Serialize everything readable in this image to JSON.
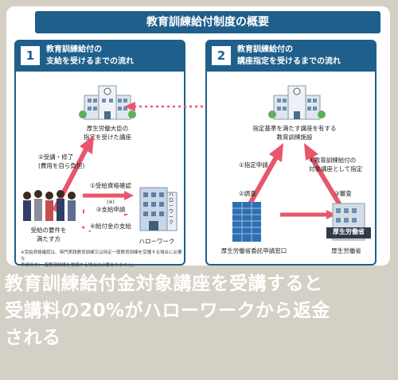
{
  "header": {
    "title": "教育訓練給付制度の概要"
  },
  "left_panel": {
    "number": "1",
    "title_line1": "教育訓練給付の",
    "title_line2": "支給を受けるまでの流れ",
    "school_label_line1": "厚生労働大臣の",
    "school_label_line2": "指定を受けた講座",
    "attend_label_line1": "②受講・修了",
    "attend_label_line2": "(費用を自ら負担)",
    "step1": "①受給資格確認",
    "step1_sub": "(※)",
    "step3": "③支給申請",
    "step4": "④給付金の支給",
    "people_label_line1": "受給の要件を",
    "people_label_line2": "満たす方",
    "hellowork_label": "ハローワーク",
    "hellowork_sign": "ハローワーク",
    "footnote_line1": "※受給資格確認は、専門実践教育訓練又は特定一般教育訓練を受講する場合に必要な",
    "footnote_line2": "手続です(一般教育訓練を受講する場合は必要ありません)。"
  },
  "right_panel": {
    "number": "2",
    "title_line1": "教育訓練給付の",
    "title_line2": "講座指定を受けるまでの流れ",
    "facility_label_line1": "指定基準を満たす講座を有する",
    "facility_label_line2": "教育訓練施設",
    "apply_label": "①指定申請",
    "designate_label_line1": "④教育訓練給付の",
    "designate_label_line2": "対象講座として指定",
    "survey_label": "②調査",
    "review_label": "③審査",
    "office_label": "厚生労働省委託申請窓口",
    "ministry_label": "厚生労働省",
    "ministry_sign": "厚生労働省"
  },
  "caption": {
    "line1": "教育訓練給付金対象講座を受講すると",
    "line2": "受講料の20%がハローワークから返金",
    "line3": "される"
  },
  "colors": {
    "navy": "#1f5f8b",
    "arrow": "#e8566b",
    "background": "#d5d0c5"
  }
}
